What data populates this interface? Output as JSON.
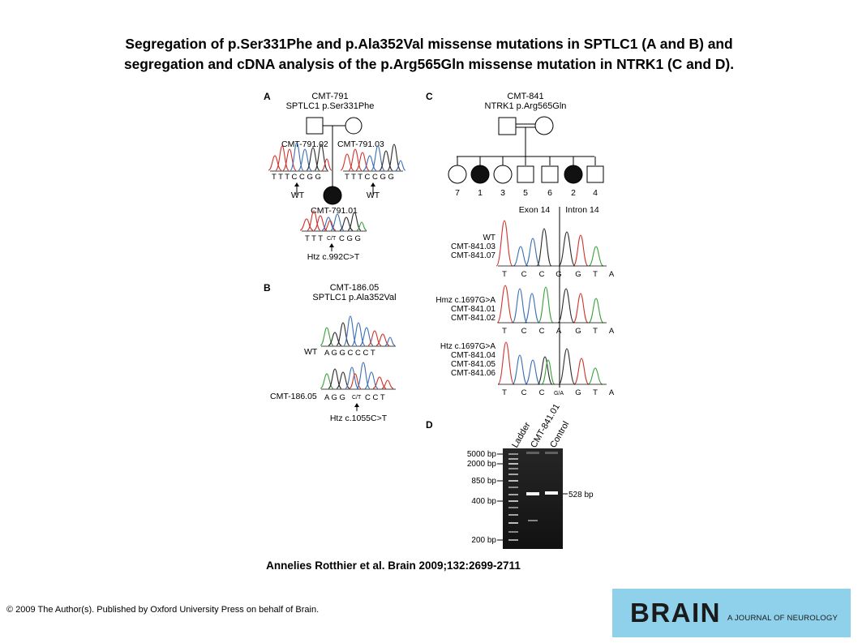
{
  "title": {
    "line1": "Segregation of p.Ser331Phe and p.Ala352Val missense mutations in SPTLC1 (A and B) and",
    "line2": "segregation and cDNA analysis of the p.Arg565Gln missense mutation in NTRK1 (C and D)."
  },
  "panels": {
    "A": {
      "label": "A",
      "family_id": "CMT-791",
      "mutation": "SPTLC1 p.Ser331Phe",
      "left_id": "CMT-791.02",
      "right_id": "CMT-791.03",
      "left_seq": "T T T C C G G",
      "right_seq": "T T T C C G G",
      "left_status": "WT",
      "right_status": "WT",
      "child_id": "CMT-791.01",
      "child_seq_left": "T T T",
      "child_seq_het": "C/T",
      "child_seq_right": "C G G",
      "child_status": "Htz c.992C>T"
    },
    "B": {
      "label": "B",
      "family_id": "CMT-186.05",
      "mutation": "SPTLC1 p.Ala352Val",
      "wt_label": "WT",
      "wt_seq": "A G G C C C T",
      "mut_label": "CMT-186.05",
      "mut_seq_left": "A G G",
      "mut_seq_het": "C/T",
      "mut_seq_right": "C C T",
      "mut_status": "Htz c.1055C>T"
    },
    "C": {
      "label": "C",
      "family_id": "CMT-841",
      "mutation": "NTRK1 p.Arg565Gln",
      "children": [
        "7",
        "1",
        "3",
        "5",
        "6",
        "2",
        "4"
      ],
      "exon_label": "Exon 14",
      "intron_label": "Intron 14",
      "groups": [
        {
          "lines": [
            "WT",
            "CMT-841.03",
            "CMT-841.07"
          ],
          "bases": [
            "T",
            "C",
            "C",
            "G",
            "G",
            "T",
            "A"
          ]
        },
        {
          "lines": [
            "Hmz c.1697G>A",
            "CMT-841.01",
            "CMT-841.02"
          ],
          "bases": [
            "T",
            "C",
            "C",
            "A",
            "G",
            "T",
            "A"
          ]
        },
        {
          "lines": [
            "Htz c.1697G>A",
            "CMT-841.04",
            "CMT-841.05",
            "CMT-841.06"
          ],
          "bases": [
            "T",
            "C",
            "C",
            "G/A",
            "G",
            "T",
            "A"
          ]
        }
      ]
    },
    "D": {
      "label": "D",
      "lanes": [
        "Ladder",
        "CMT-841.01",
        "Control"
      ],
      "ladder_labels": [
        "5000 bp",
        "2000 bp",
        "850 bp",
        "400 bp",
        "200 bp"
      ],
      "band_label": "528 bp"
    }
  },
  "citation": "Annelies Rotthier et al. Brain 2009;132:2699-2711",
  "copyright": "© 2009 The Author(s). Published by Oxford University Press on behalf of Brain.",
  "logo": {
    "word": "BRAIN",
    "subtitle": "A JOURNAL OF NEUROLOGY"
  },
  "colors": {
    "trace_T": "#d0342c",
    "trace_C": "#3b6fb6",
    "trace_G": "#2b2b2b",
    "trace_A": "#3aa23a",
    "gel_bg": "#1c1c1c",
    "logo_bg": "#8fd0ea"
  }
}
